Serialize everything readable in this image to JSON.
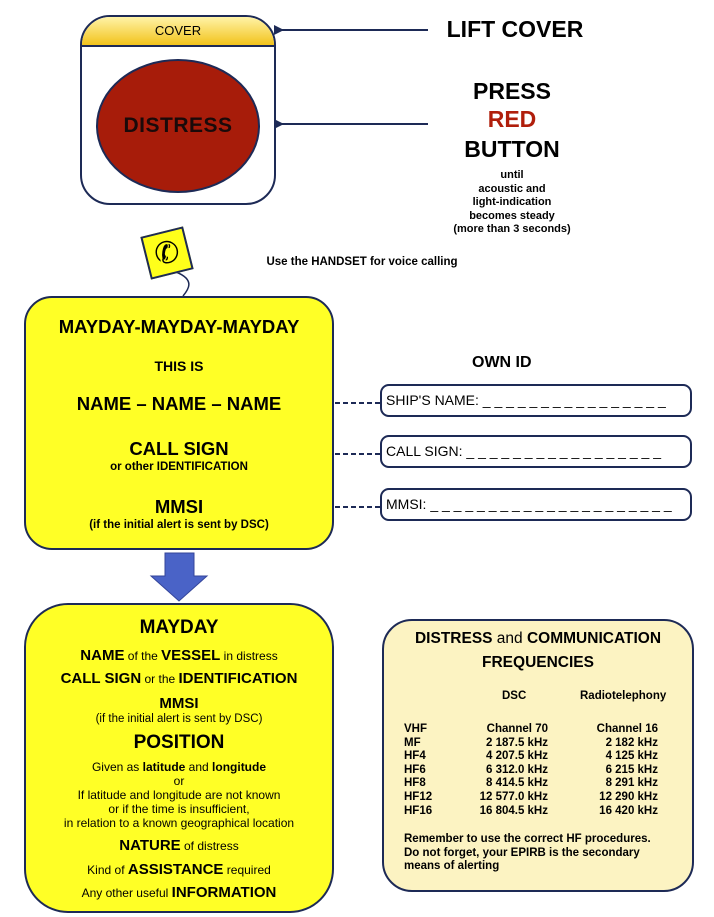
{
  "device": {
    "cover_label": "COVER",
    "button_label": "DISTRESS",
    "colors": {
      "button": "#a71c0a",
      "cover": "#f2c31c",
      "outline": "#1d2a56"
    }
  },
  "instructions": {
    "lift_cover": "LIFT COVER",
    "press": "PRESS",
    "red": "RED",
    "button": "BUTTON",
    "until_lines": [
      "until",
      "acoustic and",
      "light-indication",
      "becomes steady",
      "(more than 3 seconds)"
    ],
    "handset_note": "Use the HANDSET for voice calling",
    "colors": {
      "red_text": "#b01e0b"
    }
  },
  "icons": {
    "handset": "telephone-handset-icon",
    "arrow": "down-arrow-icon"
  },
  "mayday_call": {
    "line1": "MAYDAY-MAYDAY-MAYDAY",
    "line2": "THIS IS",
    "line3": "NAME – NAME – NAME",
    "line4": "CALL SIGN",
    "line4_sub": "or other IDENTIFICATION",
    "line5": "MMSI",
    "line5_sub": "(if the initial alert is sent by DSC)",
    "colors": {
      "fill": "#ffff26",
      "arrow": "#4a63c7"
    }
  },
  "own_id": {
    "title": "OWN ID",
    "fields": [
      "SHIP'S NAME: _ _ _ _ _ _ _ _ _ _ _ _ _ _ _ _",
      "CALL SIGN: _ _ _ _ _ _ _ _ _ _ _ _ _ _ _ _ _",
      "MMSI: _ _ _ _ _ _ _ _ _ _ _ _ _ _ _ _ _ _ _ _ _"
    ]
  },
  "message": {
    "mayday": "MAYDAY",
    "name_b1": "NAME",
    "name_n1": " of the ",
    "name_b2": "VESSEL",
    "name_n2": " in distress",
    "cs_b1": "CALL SIGN",
    "cs_n1": " or the ",
    "cs_b2": "IDENTIFICATION",
    "mmsi": "MMSI",
    "mmsi_sub": "(if the initial alert is sent by DSC)",
    "position": "POSITION",
    "pos_n1": "Given as ",
    "pos_b1": "latitude",
    "pos_n2": " and ",
    "pos_b2": "longitude",
    "pos_or": "or",
    "pos_l2": "If latitude and longitude are not known",
    "pos_l3": "or if the time is insufficient,",
    "pos_l4": "in relation to a known geographical location",
    "nature_b": "NATURE",
    "nature_n": " of distress",
    "assist_n1": "Kind of ",
    "assist_b": "ASSISTANCE",
    "assist_n2": " required",
    "info_n": "Any other useful ",
    "info_b": "INFORMATION"
  },
  "frequencies": {
    "title_b1": "DISTRESS",
    "title_n": " and ",
    "title_b2": "COMMUNICATION",
    "title_line2": "FREQUENCIES",
    "col_dsc": "DSC",
    "col_rt": "Radiotelephony",
    "rows": [
      {
        "band": "VHF",
        "dsc": "Channel 70",
        "rt": "Channel 16"
      },
      {
        "band": "MF",
        "dsc": "2 187.5 kHz",
        "rt": "2 182 kHz"
      },
      {
        "band": "HF4",
        "dsc": "4 207.5 kHz",
        "rt": "4 125 kHz"
      },
      {
        "band": "HF6",
        "dsc": "6 312.0 kHz",
        "rt": "6 215 kHz"
      },
      {
        "band": "HF8",
        "dsc": "8 414.5 kHz",
        "rt": "8 291 kHz"
      },
      {
        "band": "HF12",
        "dsc": "12 577.0 kHz",
        "rt": "12 290 kHz"
      },
      {
        "band": "HF16",
        "dsc": "16 804.5 kHz",
        "rt": "16 420 kHz"
      }
    ],
    "footer": [
      "Remember to use the correct HF procedures.",
      "Do not forget, your EPIRB is the secondary",
      "means of alerting"
    ],
    "colors": {
      "fill": "#fcf3c2"
    }
  }
}
